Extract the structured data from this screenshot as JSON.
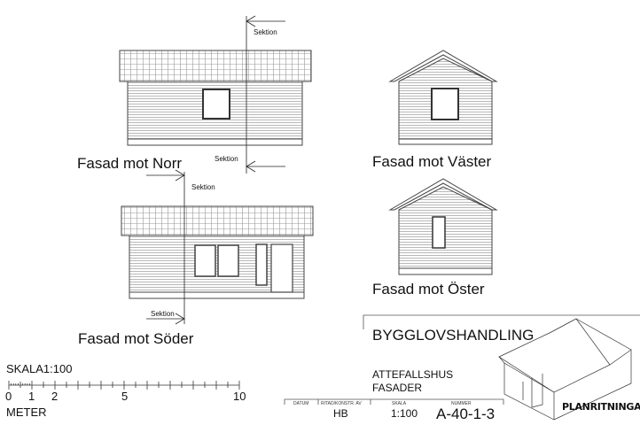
{
  "facades": {
    "north": {
      "label": "Fasad mot Norr"
    },
    "west": {
      "label": "Fasad mot Väster"
    },
    "south": {
      "label": "Fasad mot Söder"
    },
    "east": {
      "label": "Fasad mot Öster"
    }
  },
  "section_marks": {
    "label": "Sektion"
  },
  "scale_bar": {
    "title": "SKALA1:100",
    "unit": "METER",
    "tick_labels": [
      "0",
      "1",
      "2",
      "5",
      "10"
    ]
  },
  "title_block": {
    "status": "BYGGLOVSHANDLING",
    "project": "ATTEFALLSHUS",
    "drawing": "FASADER",
    "headers": {
      "date": "DATUM",
      "drawn_by": "RITAD/KONSTR. AV",
      "scale": "SKALA",
      "number": "NUMMER"
    },
    "values": {
      "date": "",
      "drawn_by": "HB",
      "scale": "1:100",
      "number": "A-40-1-3"
    },
    "logo_text": "PLANRITNINGAR.SE",
    "logo_color": "#1a2a6c"
  }
}
